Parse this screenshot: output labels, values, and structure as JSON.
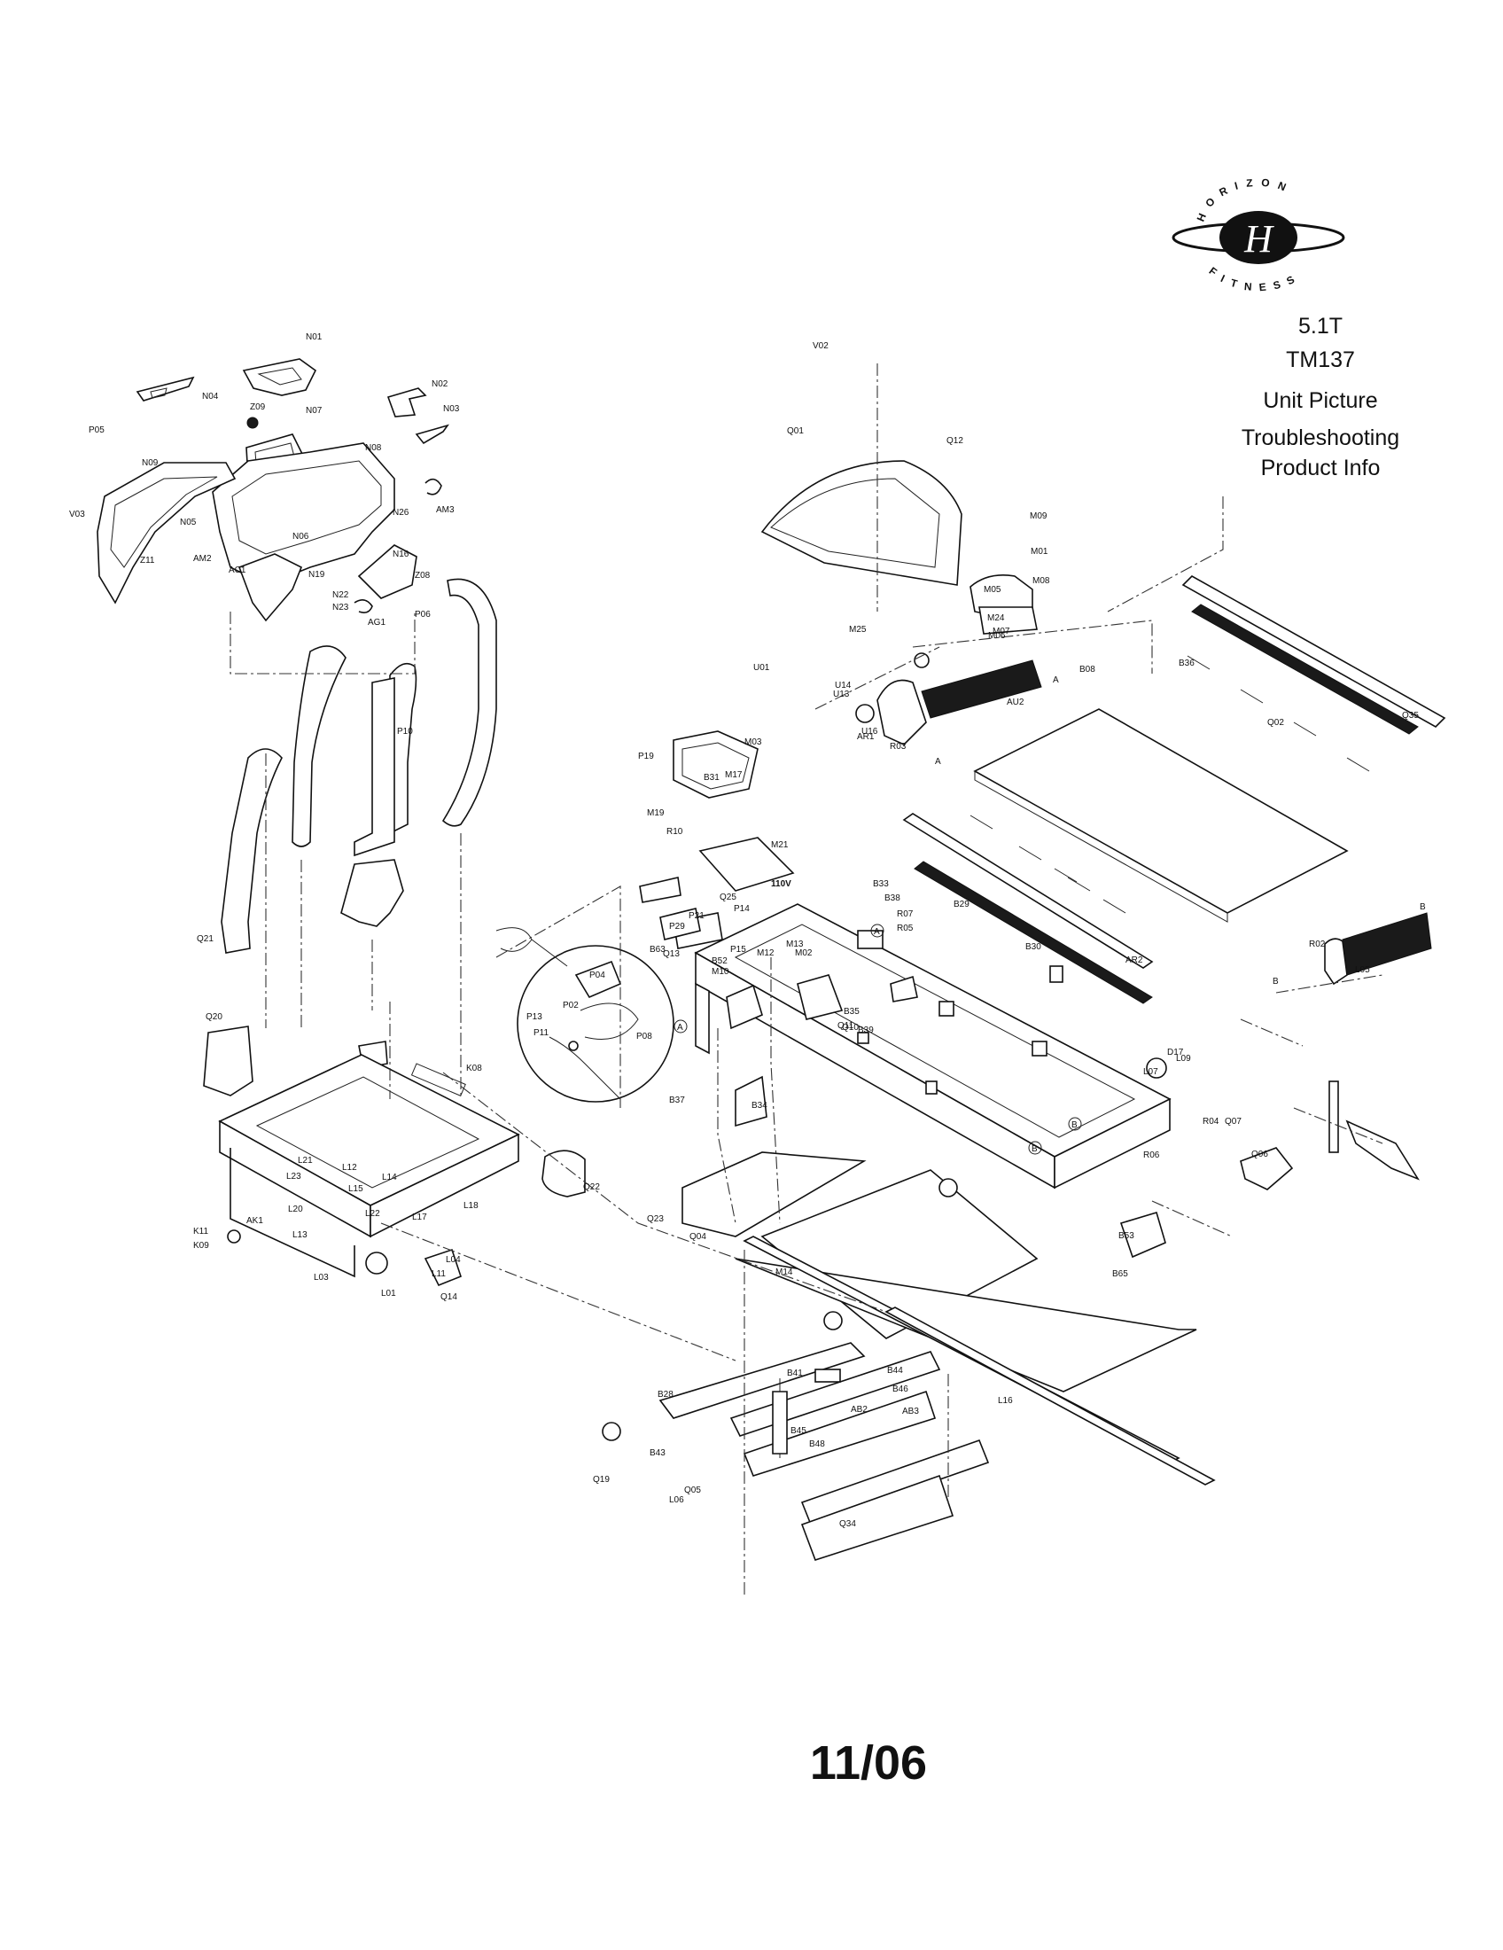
{
  "brand": {
    "name_top": "HORIZON",
    "name_bottom": "FITNESS",
    "monogram": "H"
  },
  "model": "5.1T",
  "model_number": "TM137",
  "links": {
    "unit_picture": "Unit Picture",
    "troubleshooting": "Troubleshooting",
    "product_info": "Product Info"
  },
  "date": "11/06",
  "voltage": "110V",
  "callout_a": "A",
  "callout_b": "B",
  "part_labels": [
    "N01",
    "N02",
    "N03",
    "N04",
    "N05",
    "N06",
    "N07",
    "N08",
    "N09",
    "N16",
    "N19",
    "N22",
    "N23",
    "N26",
    "P05",
    "P06",
    "V02",
    "V03",
    "Z08",
    "Z09",
    "Z11",
    "AM2",
    "AM3",
    "AC1",
    "AG1",
    "Q01",
    "Q12",
    "M01",
    "M03",
    "M05",
    "M06",
    "M07",
    "M08",
    "M09",
    "M17",
    "M19",
    "M21",
    "M24",
    "M25",
    "AU2",
    "AR1",
    "U01",
    "U13",
    "U14",
    "U16",
    "R03",
    "R10",
    "B08",
    "B36",
    "Q35",
    "Q02",
    "B31",
    "P19",
    "P10",
    "Q21",
    "Q20",
    "K08",
    "AK1",
    "K09",
    "K11",
    "L01",
    "L03",
    "L04",
    "L11",
    "L12",
    "L13",
    "L14",
    "L15",
    "L17",
    "L18",
    "L20",
    "L21",
    "L22",
    "L23",
    "Q14",
    "Q22",
    "Q23",
    "Q04",
    "P02",
    "P04",
    "P08",
    "P11",
    "P13",
    "P14",
    "P15",
    "P21",
    "P29",
    "Q13",
    "Q25",
    "B63",
    "B33",
    "B38",
    "R07",
    "R05",
    "B29",
    "B30",
    "B52",
    "M10",
    "M12",
    "M13",
    "M02",
    "B37",
    "B34",
    "B35",
    "Q10",
    "Q11",
    "B39",
    "AR2",
    "R02",
    "L05",
    "L07",
    "L09",
    "D17",
    "R06",
    "R04",
    "Q07",
    "Q06",
    "B53",
    "B65",
    "M14",
    "B41",
    "B28",
    "B45",
    "B48",
    "AB3",
    "AB2",
    "B44",
    "B46",
    "B43",
    "L06",
    "Q05",
    "Q34",
    "Q19",
    "L16"
  ]
}
